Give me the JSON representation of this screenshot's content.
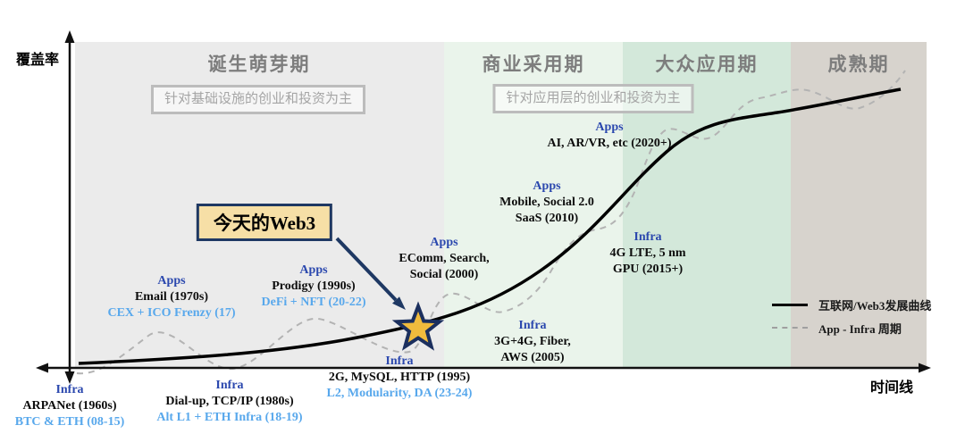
{
  "axes": {
    "y_label": "覆盖率",
    "x_label": "时间线"
  },
  "phases": [
    {
      "label": "诞生萌芽期",
      "band_color": "#ebebeb"
    },
    {
      "label": "商业采用期",
      "band_color": "#eaf4eb"
    },
    {
      "label": "大众应用期",
      "band_color": "#d3e8da"
    },
    {
      "label": "成熟期",
      "band_color": "#d7d3cd"
    }
  ],
  "focus_notes": [
    {
      "text": "针对基础设施的创业和投资为主"
    },
    {
      "text": "针对应用层的创业和投资为主"
    }
  ],
  "callout": {
    "label": "今天的Web3"
  },
  "annotations": [
    {
      "category": "Infra",
      "internet_lines": [
        "ARPANet (1960s)"
      ],
      "web3": "BTC & ETH (08-15)"
    },
    {
      "category": "Apps",
      "internet_lines": [
        "Email (1970s)"
      ],
      "web3": "CEX + ICO Frenzy (17)"
    },
    {
      "category": "Infra",
      "internet_lines": [
        "Dial-up, TCP/IP (1980s)"
      ],
      "web3": "Alt L1 + ETH Infra (18-19)"
    },
    {
      "category": "Apps",
      "internet_lines": [
        "Prodigy (1990s)"
      ],
      "web3": "DeFi + NFT (20-22)"
    },
    {
      "category": "Infra",
      "internet_lines": [
        "2G, MySQL, HTTP (1995)"
      ],
      "web3": "L2, Modularity, DA (23-24)"
    },
    {
      "category": "Apps",
      "internet_lines": [
        "EComm, Search,",
        "Social (2000)"
      ]
    },
    {
      "category": "Infra",
      "internet_lines": [
        "3G+4G, Fiber,",
        "AWS (2005)"
      ]
    },
    {
      "category": "Apps",
      "internet_lines": [
        "Mobile, Social 2.0",
        "SaaS (2010)"
      ]
    },
    {
      "category": "Infra",
      "internet_lines": [
        "4G LTE, 5 nm",
        "GPU (2015+)"
      ]
    },
    {
      "category": "Apps",
      "internet_lines": [
        "AI, AR/VR, etc (2020+)"
      ]
    }
  ],
  "legend": [
    {
      "label": "互联网/Web3发展曲线",
      "style": "solid"
    },
    {
      "label": "App - Infra 周期",
      "style": "dashed"
    }
  ],
  "colors": {
    "apps_infra_label": "#2b48ae",
    "web3_label": "#58a8ec",
    "internet_label": "#0d0d0d",
    "phase_title": "#7d7d7d",
    "callout_bg": "#f6dfa6",
    "callout_border": "#1e3863",
    "star_fill": "#f0bb3d",
    "star_border": "#1b2f5e",
    "curve_solid": "#000000",
    "curve_dashed": "#b3b3b3",
    "phase_bands": [
      "#ebebeb",
      "#eaf4eb",
      "#d3e8da",
      "#d7d3cd"
    ]
  },
  "chart_data": {
    "type": "line",
    "xlabel": "时间线",
    "ylabel": "覆盖率",
    "axis_numeric": false,
    "grid": false,
    "legend_position": "right-middle",
    "phases": [
      {
        "label": "诞生萌芽期",
        "note": "针对基础设施的创业和投资为主",
        "x_range_norm": [
          0.0,
          0.43
        ]
      },
      {
        "label": "商业采用期",
        "note": "针对应用层的创业和投资为主",
        "x_range_norm": [
          0.43,
          0.64
        ]
      },
      {
        "label": "大众应用期",
        "note": "针对应用层的创业和投资为主",
        "x_range_norm": [
          0.64,
          0.84
        ]
      },
      {
        "label": "成熟期",
        "x_range_norm": [
          0.84,
          1.0
        ]
      }
    ],
    "series": [
      {
        "name": "互联网/Web3发展曲线",
        "style": "solid",
        "points_norm": [
          [
            0.0,
            0.02
          ],
          [
            0.1,
            0.03
          ],
          [
            0.2,
            0.05
          ],
          [
            0.3,
            0.08
          ],
          [
            0.4,
            0.13
          ],
          [
            0.48,
            0.19
          ],
          [
            0.55,
            0.28
          ],
          [
            0.62,
            0.43
          ],
          [
            0.7,
            0.63
          ],
          [
            0.76,
            0.75
          ],
          [
            0.82,
            0.82
          ],
          [
            0.9,
            0.86
          ],
          [
            1.0,
            0.88
          ]
        ]
      },
      {
        "name": "App - Infra 周期",
        "style": "dashed",
        "description": "sinusoidal cycle oscillating around the main S-curve, amplitude ~0.07, ~5.5 cycles"
      }
    ],
    "milestones": [
      {
        "cycle": "Infra",
        "internet": "ARPANet (1960s)",
        "web3": "BTC & ETH (08-15)"
      },
      {
        "cycle": "Apps",
        "internet": "Email (1970s)",
        "web3": "CEX + ICO Frenzy (17)"
      },
      {
        "cycle": "Infra",
        "internet": "Dial-up, TCP/IP (1980s)",
        "web3": "Alt L1 + ETH Infra (18-19)"
      },
      {
        "cycle": "Apps",
        "internet": "Prodigy (1990s)",
        "web3": "DeFi + NFT (20-22)"
      },
      {
        "cycle": "Infra",
        "internet": "2G, MySQL, HTTP (1995)",
        "web3": "L2, Modularity, DA (23-24)"
      },
      {
        "cycle": "Apps",
        "internet": "EComm, Search, Social (2000)"
      },
      {
        "cycle": "Infra",
        "internet": "3G+4G, Fiber, AWS (2005)"
      },
      {
        "cycle": "Apps",
        "internet": "Mobile, Social 2.0 SaaS (2010)"
      },
      {
        "cycle": "Infra",
        "internet": "4G LTE, 5 nm GPU (2015+)"
      },
      {
        "cycle": "Apps",
        "internet": "AI, AR/VR, etc (2020+)"
      }
    ],
    "annotation_marker": {
      "label": "今天的Web3",
      "position_norm": [
        0.4,
        0.13
      ]
    }
  }
}
